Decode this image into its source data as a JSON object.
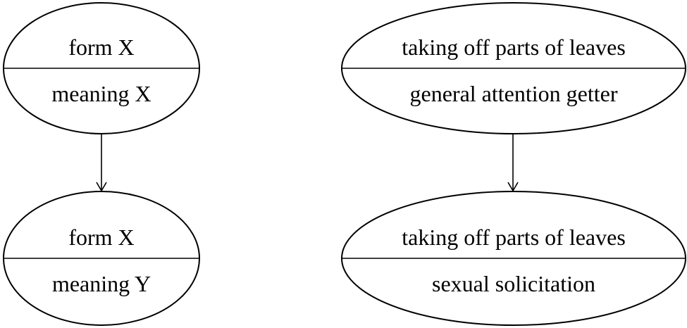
{
  "left": {
    "top_node": {
      "form": "form X",
      "meaning": "meaning X"
    },
    "bottom_node": {
      "form": "form X",
      "meaning": "meaning Y"
    }
  },
  "right": {
    "top_node": {
      "form": "taking off parts of leaves",
      "meaning": "general attention getter"
    },
    "bottom_node": {
      "form": "taking off parts of leaves",
      "meaning": "sexual solicitation"
    }
  }
}
